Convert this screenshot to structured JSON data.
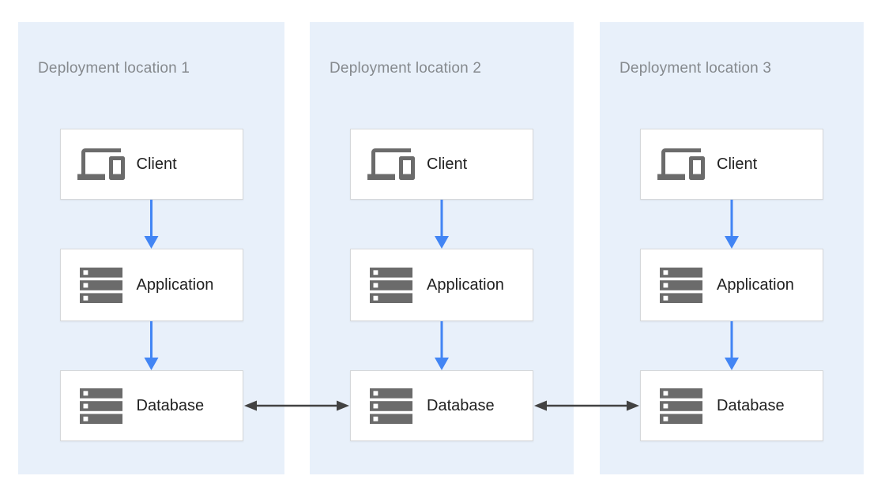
{
  "diagram": {
    "panels": [
      {
        "title": "Deployment location 1",
        "nodes": [
          {
            "label": "Client",
            "icon": "devices-icon"
          },
          {
            "label": "Application",
            "icon": "server-stack-icon"
          },
          {
            "label": "Database",
            "icon": "server-stack-icon"
          }
        ]
      },
      {
        "title": "Deployment location 2",
        "nodes": [
          {
            "label": "Client",
            "icon": "devices-icon"
          },
          {
            "label": "Application",
            "icon": "server-stack-icon"
          },
          {
            "label": "Database",
            "icon": "server-stack-icon"
          }
        ]
      },
      {
        "title": "Deployment location 3",
        "nodes": [
          {
            "label": "Client",
            "icon": "devices-icon"
          },
          {
            "label": "Application",
            "icon": "server-stack-icon"
          },
          {
            "label": "Database",
            "icon": "server-stack-icon"
          }
        ]
      }
    ],
    "edges": {
      "vertical_flows": [
        {
          "from": "Client",
          "to": "Application",
          "per_panel": true,
          "bidirectional": false
        },
        {
          "from": "Application",
          "to": "Database",
          "per_panel": true,
          "bidirectional": false
        }
      ],
      "horizontal_links": [
        {
          "from": "Database (location 1)",
          "to": "Database (location 2)",
          "bidirectional": true
        },
        {
          "from": "Database (location 2)",
          "to": "Database (location 3)",
          "bidirectional": true
        }
      ]
    },
    "colors": {
      "panel_bg": "#E8F0FA",
      "flow_arrow": "#4285F4",
      "link_arrow": "#424242",
      "node_bg": "#FFFFFF",
      "node_border": "#D6D8DA",
      "title_text": "#85898D",
      "label_text": "#212121",
      "icon_gray": "#6B6B6B",
      "page_bg": "#FFFFFF"
    }
  }
}
